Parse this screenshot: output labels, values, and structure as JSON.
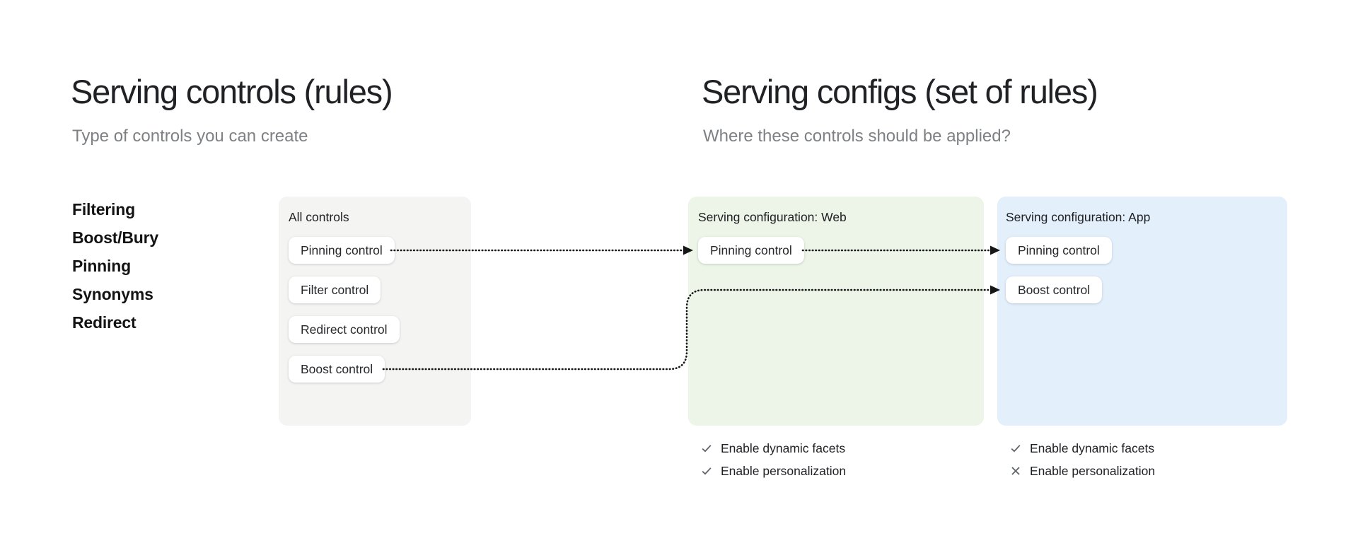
{
  "page": {
    "background": "#ffffff"
  },
  "left_section": {
    "title": "Serving controls (rules)",
    "subtitle": "Type of controls you can create",
    "control_types": [
      "Filtering",
      "Boost/Bury",
      "Pinning",
      "Synonyms",
      "Redirect"
    ]
  },
  "right_section": {
    "title": "Serving configs (set of rules)",
    "subtitle": "Where these controls should be applied?"
  },
  "panels": {
    "all_controls": {
      "title": "All controls",
      "controls": [
        "Pinning control",
        "Filter control",
        "Redirect control",
        "Boost control"
      ]
    },
    "web": {
      "title": "Serving configuration: Web",
      "controls": [
        "Pinning control"
      ],
      "features": [
        {
          "label": "Enable dynamic facets",
          "icon": "check-icon",
          "enabled": true
        },
        {
          "label": "Enable personalization",
          "icon": "check-icon",
          "enabled": true
        }
      ]
    },
    "app": {
      "title": "Serving configuration: App",
      "controls": [
        "Pinning control",
        "Boost control"
      ],
      "features": [
        {
          "label": "Enable dynamic facets",
          "icon": "check-icon",
          "enabled": true
        },
        {
          "label": "Enable personalization",
          "icon": "x-icon",
          "enabled": false
        }
      ]
    }
  },
  "connections": [
    {
      "from": "All controls / Pinning control",
      "to": "Web / Pinning control",
      "style": "dotted-arrow"
    },
    {
      "from": "Web / Pinning control",
      "to": "App / Pinning control",
      "style": "dotted-arrow"
    },
    {
      "from": "All controls / Boost control",
      "to": "App / Boost control",
      "style": "dotted-arrow"
    }
  ],
  "colors": {
    "all_controls_bg": "#f4f4f3",
    "web_bg": "#ecf5e7",
    "app_bg": "#e3effb",
    "chip_bg": "#ffffff",
    "title": "#202124",
    "subtitle": "#7e8184",
    "arrow": "#161616",
    "feature_icon": "#5f6368"
  }
}
